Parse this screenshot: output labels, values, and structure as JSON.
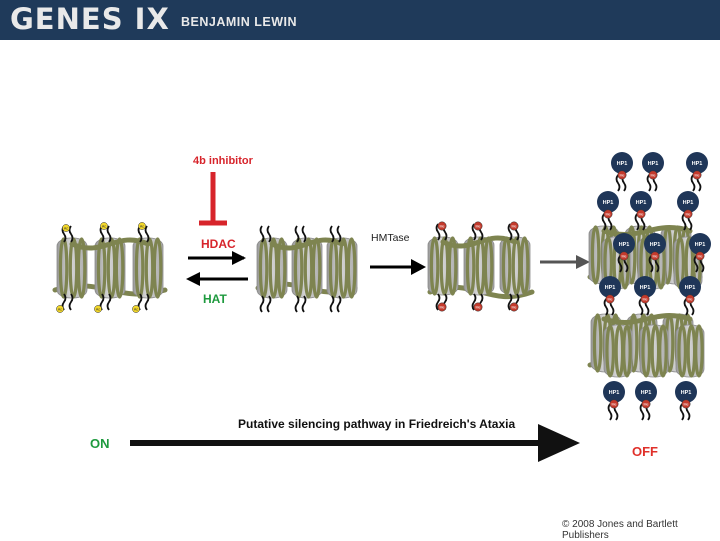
{
  "header": {
    "title": "GENES IX",
    "author": "BENJAMIN LEWIN"
  },
  "labels": {
    "inhibitor": "4b inhibitor",
    "hdac": "HDAC",
    "hat": "HAT",
    "hmtase": "HMTase",
    "pathway": "Putative silencing pathway  in Friedreich's Ataxia",
    "on": "ON",
    "off": "OFF"
  },
  "marks": {
    "acetyl": "Ac",
    "methyl": "Me",
    "hp1": "HP1"
  },
  "colors": {
    "header_bg": "#1f3a5a",
    "inhibitor_red": "#d7242b",
    "hat_green": "#1e9a3e",
    "off_red": "#e0302a",
    "nucleosome_gray": "#c4c4c4",
    "dna_olive": "#7e8450",
    "hp1_navy": "#1f3658",
    "acetyl_yellow": "#f3d82a",
    "methyl_red": "#c43a2c"
  },
  "footer": {
    "copyright": "© 2008 Jones and Bartlett Publishers"
  }
}
